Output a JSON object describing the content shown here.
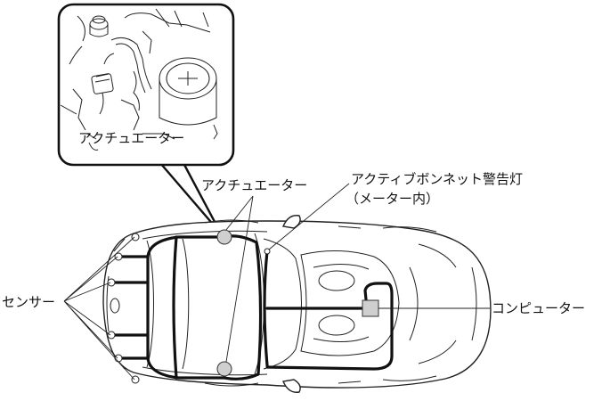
{
  "labels": {
    "inset_actuator": "アクチュエーター",
    "actuator": "アクチュエーター",
    "warning_lamp_line1": "アクティブボンネット警告灯",
    "warning_lamp_line2": "（メーター内）",
    "sensor": "センサー",
    "computer": "コンピューター"
  }
}
